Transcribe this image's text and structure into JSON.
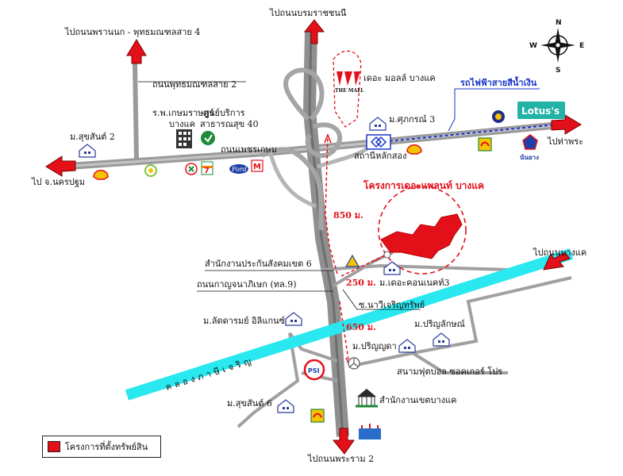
{
  "colors": {
    "road_gray": "#9a9a9a",
    "road_dark": "#666666",
    "canal": "#2ae8f0",
    "project": "#e3101a",
    "arrow": "#e3101a",
    "rail_blue": "#1a34c9"
  },
  "compass": {
    "n": "N",
    "s": "S",
    "e": "E",
    "w": "W"
  },
  "directions": {
    "to_borommaratchachonnani": "ไปถนนบรมราชชนนี",
    "to_phran_nok": "ไปถนนพรานนก - พุทธมณฑลสาย 4",
    "to_nakhon_pathom": "ไป จ.นครปฐม",
    "to_tha_phra": "ไปท่าพระ",
    "to_bang_khae_rd": "ไปถนนบางแค",
    "to_rama2": "ไปถนนพระราม 2"
  },
  "roads": {
    "phutthamonthon2": "ถนนพุทธมณฑลสาย 2",
    "phetkasem": "ถนนเพชรเกษม",
    "kanchanaphisek": "ถนนกาญจนาภิเษก (ทล.9)",
    "soi_wareecharoen": "ซ.นาวีเจริญทรัพย์"
  },
  "places": {
    "the_mall": "เดอะ มอลล์ บางแค",
    "the_mall_logo": "THE MALL",
    "sukhumvit_skytrain": "รถไฟฟ้าสายสีน้ำเงิน",
    "lotus": "Lotus's",
    "m_suphakorn3": "ม.ศุภกรณ์ 3",
    "lak_song_station": "สถานีหลักสอง",
    "hospital": "ร.พ.เกษมราษฎร์\nบางแค",
    "service_center": "ศูนย์บริการ\nสาธารณสุข 40",
    "m_sukhumwat2": "ม.สุขสันต์ 2",
    "m_sukhumwat6": "ม.สุขสันต์ 6",
    "social_security": "สำนักงานประกันสังคมเขต 6",
    "m_the_connect3": "ม.เดอะคอนเนคท์3",
    "m_lakkarn": "ม.ลัดดารมย์ อิลิแกนซ์",
    "m_prinlap": "ม.ปริญลักษณ์",
    "m_prinyada": "ม.ปริญญดา",
    "football": "สนามฟุตบอล ซอคเกอร์ โปร",
    "district_office": "สำนักงานเขตบางแค",
    "project_name": "โครงการเดอะแพลนท์ บางแค",
    "canal_name": "คลองภาษีเจริญ",
    "seven_eleven": "7",
    "m_brand": "M",
    "psi": "PSI",
    "ford": "Ford",
    "nomyai": "นันยาง"
  },
  "distances": {
    "d850": "850 ม.",
    "d250": "250 ม.",
    "d650": "650 ม."
  },
  "legend": {
    "label": "โครงการที่ตั้งทรัพย์สิน"
  }
}
